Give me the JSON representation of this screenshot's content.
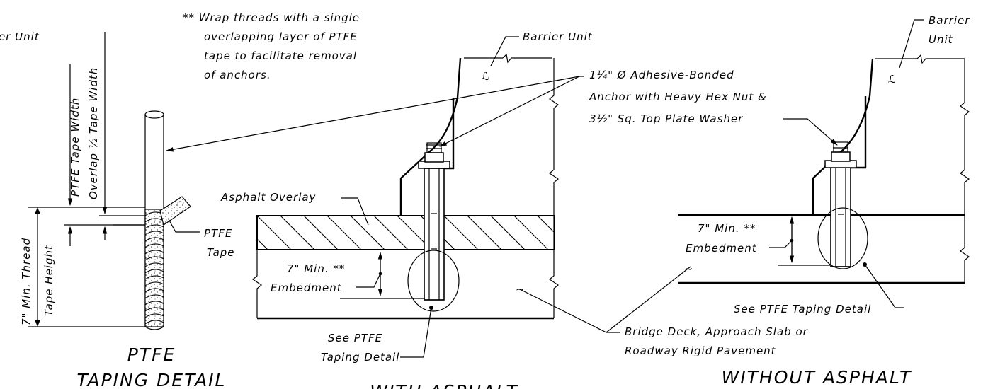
{
  "notes": {
    "ptfe_wrap_line1": "** Wrap threads with a single",
    "ptfe_wrap_line2": "overlapping layer of PTFE",
    "ptfe_wrap_line3": "tape to facilitate removal",
    "ptfe_wrap_line4": "of anchors."
  },
  "taping_detail": {
    "title_line1": "PTFE",
    "title_line2": "TAPING DETAIL",
    "barrier_unit_partial": "er Unit",
    "tape_width": "PTFE Tape Width",
    "overlap_half_tape_width": "Overlap ½ Tape Width",
    "min_thread_line1": "7\" Min. Thread",
    "min_thread_line2": "Tape Height",
    "ptfe_tape_line1": "PTFE",
    "ptfe_tape_line2": "Tape"
  },
  "with_asphalt": {
    "title": "WITH ASPHALT",
    "barrier_unit": "Barrier Unit",
    "asphalt_overlay": "Asphalt Overlay",
    "embedment_line1": "7\" Min. **",
    "embedment_line2": "Embedment",
    "see_detail_line1": "See PTFE",
    "see_detail_line2": "Taping Detail"
  },
  "anchor_callout": {
    "line1": "1¼\" Ø Adhesive-Bonded",
    "line2": "Anchor with Heavy Hex Nut &",
    "line3": "3½\" Sq. Top Plate Washer"
  },
  "deck_callout": {
    "line1": "Bridge Deck, Approach Slab or",
    "line2": "Roadway Rigid Pavement"
  },
  "without_asphalt": {
    "title": "WITHOUT ASPHALT",
    "barrier_line1": "Barrier",
    "barrier_line2": "Unit",
    "embedment_line1": "7\" Min. **",
    "embedment_line2": "Embedment",
    "see_detail": "See PTFE Taping Detail"
  }
}
